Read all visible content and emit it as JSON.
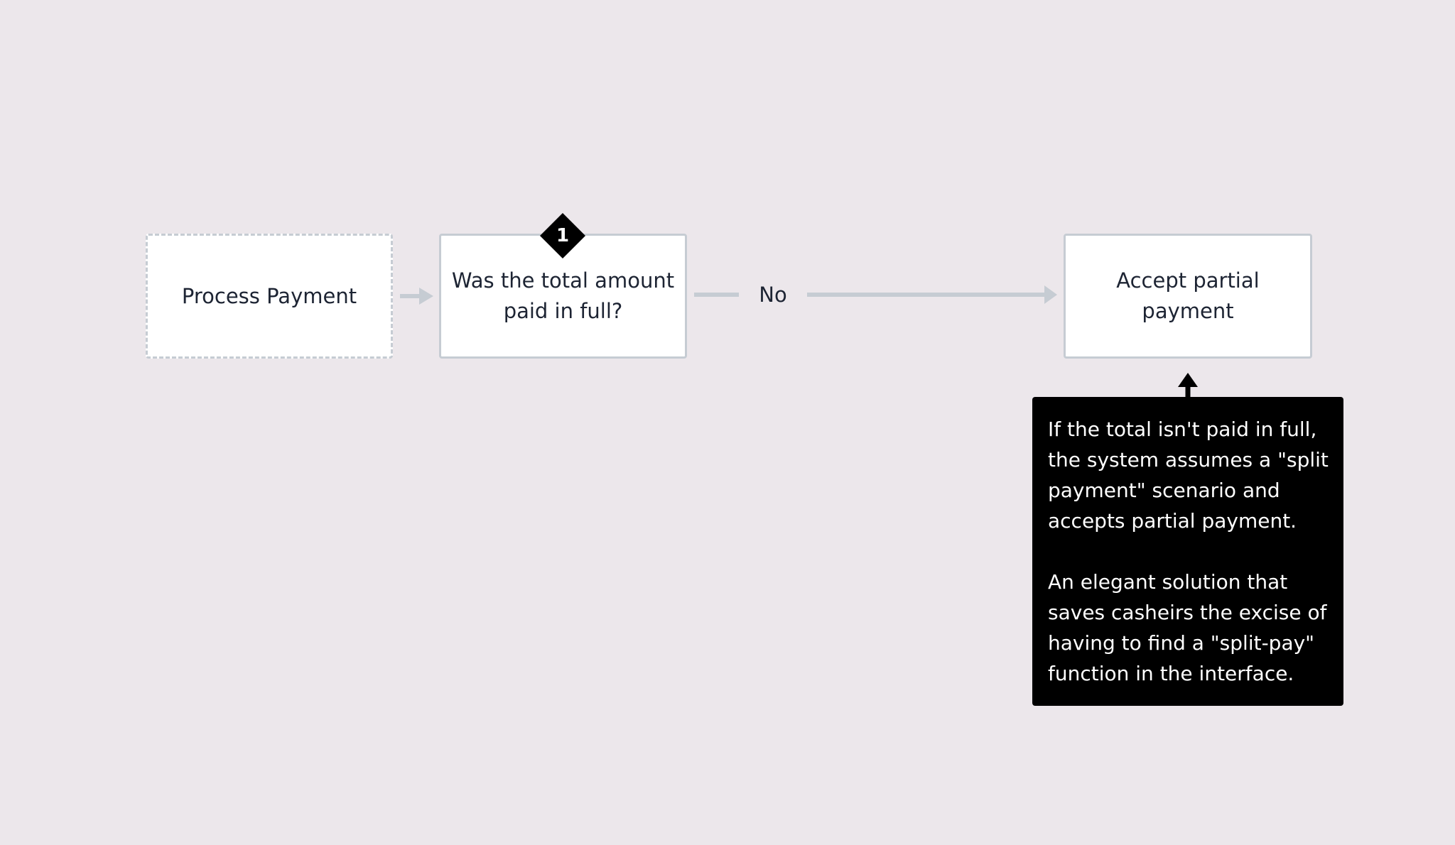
{
  "diagram": {
    "nodes": {
      "process_payment": "Process Payment",
      "decision": "Was the total amount paid in full?",
      "accept_partial": "Accept partial payment"
    },
    "badge": "1",
    "edge_no_label": "No",
    "note": {
      "paragraph_1": "If the total isn't paid in full, the system assumes a \"split payment\" scenario and accepts partial payment.",
      "paragraph_2": "An elegant solution that saves casheirs the excise of having to find a \"split-pay\" function in the interface."
    },
    "colors": {
      "background": "#ece7eb",
      "node_border": "#c6ccd3",
      "connector": "#c6ccd3",
      "note_background": "#000000",
      "text": "#1d2433"
    }
  }
}
